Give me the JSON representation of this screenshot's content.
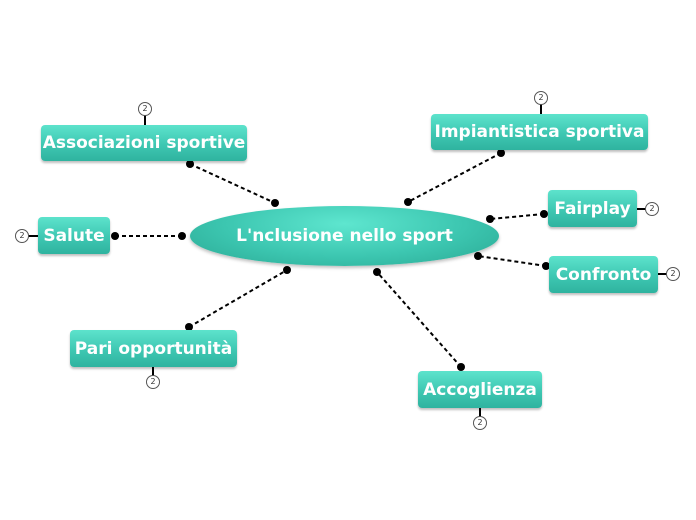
{
  "center": {
    "label": "L'nclusione nello sport"
  },
  "topics": [
    {
      "id": "associazioni",
      "label": "Associazioni sportive",
      "children_count": "2"
    },
    {
      "id": "impiantistica",
      "label": "Impiantistica sportiva",
      "children_count": "2"
    },
    {
      "id": "fairplay",
      "label": "Fairplay",
      "children_count": "2"
    },
    {
      "id": "salute",
      "label": "Salute",
      "children_count": "2"
    },
    {
      "id": "confronto",
      "label": "Confronto",
      "children_count": "2"
    },
    {
      "id": "pari",
      "label": "Pari opportunità",
      "children_count": "2"
    },
    {
      "id": "accoglienza",
      "label": "Accoglienza",
      "children_count": "2"
    }
  ],
  "colors": {
    "node": "#3ec7b2",
    "connector": "#000000"
  }
}
